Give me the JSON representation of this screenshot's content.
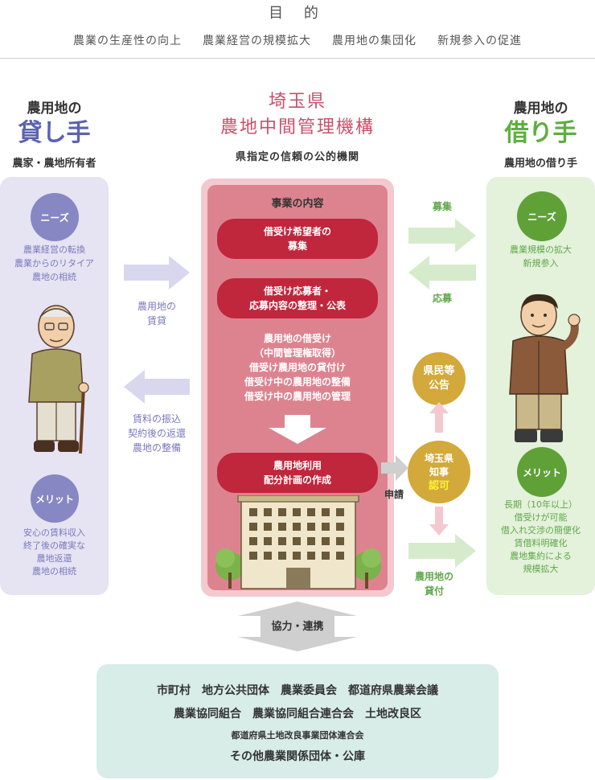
{
  "purpose": {
    "title": "目 的",
    "goals": [
      "農業の生産性の向上",
      "農業経営の規模拡大",
      "農用地の集団化",
      "新規参入の促進"
    ]
  },
  "lender": {
    "prefix": "農用地の",
    "role": "貸し手",
    "subtitle": "農家・農地所有者",
    "needs_label": "ニーズ",
    "needs": [
      "農業経営の転換",
      "農業からのリタイア",
      "農地の相続"
    ],
    "merit_label": "メリット",
    "merits": [
      "安心の賃料収入",
      "終了後の確実な",
      "農地返還",
      "農地の相続"
    ]
  },
  "left_flows": {
    "lease_label": [
      "農用地の",
      "賃貸"
    ],
    "rent_label": [
      "賃料の振込",
      "契約後の返還",
      "農地の整備"
    ]
  },
  "organization": {
    "prefecture": "埼玉県",
    "name": "農地中間管理機構",
    "subtitle": "県指定の信頼の公的機関",
    "business_title": "事業の内容",
    "step1": [
      "借受け希望者の",
      "募集"
    ],
    "step2": [
      "借受け応募者・",
      "応募内容の整理・公表"
    ],
    "operations": [
      "農用地の借受け",
      "（中間管理権取得）",
      "借受け農用地の貸付け",
      "借受け中の農用地の整備",
      "借受け中の農用地の管理"
    ],
    "step3": [
      "農用地利用",
      "配分計画の作成"
    ]
  },
  "right_flows": {
    "recruit_label": "募集",
    "apply_label": "応募",
    "notice": [
      "県民等",
      "公告"
    ],
    "governor": [
      "埼玉県",
      "知事"
    ],
    "approval": "認可",
    "application_label": "申請",
    "lending_label": [
      "農用地の",
      "貸付"
    ]
  },
  "borrower": {
    "prefix": "農用地の",
    "role": "借り手",
    "subtitle": "農用地の借り手",
    "needs_label": "ニーズ",
    "needs": [
      "農業規模の拡大",
      "新規参入"
    ],
    "merit_label": "メリット",
    "merits": [
      "長期（10年以上）",
      "借受けが可能",
      "借入れ交渉の簡便化",
      "賃借料明確化",
      "農地集約による",
      "規模拡大"
    ]
  },
  "cooperation": {
    "label": "協力・連携",
    "line1": "市町村　地方公共団体　農業委員会　都道府県農業会議",
    "line2": "農業協同組合　農業協同組合連合会　土地改良区",
    "line3": "都道府県土地改良事業団体連合会",
    "line4": "その他農業関係団体・公庫"
  },
  "colors": {
    "lender_accent": "#5b63b0",
    "borrower_accent": "#5fae3f",
    "org_accent": "#c9506a",
    "pill": "#c0263c",
    "governor": "#d2a93a"
  }
}
